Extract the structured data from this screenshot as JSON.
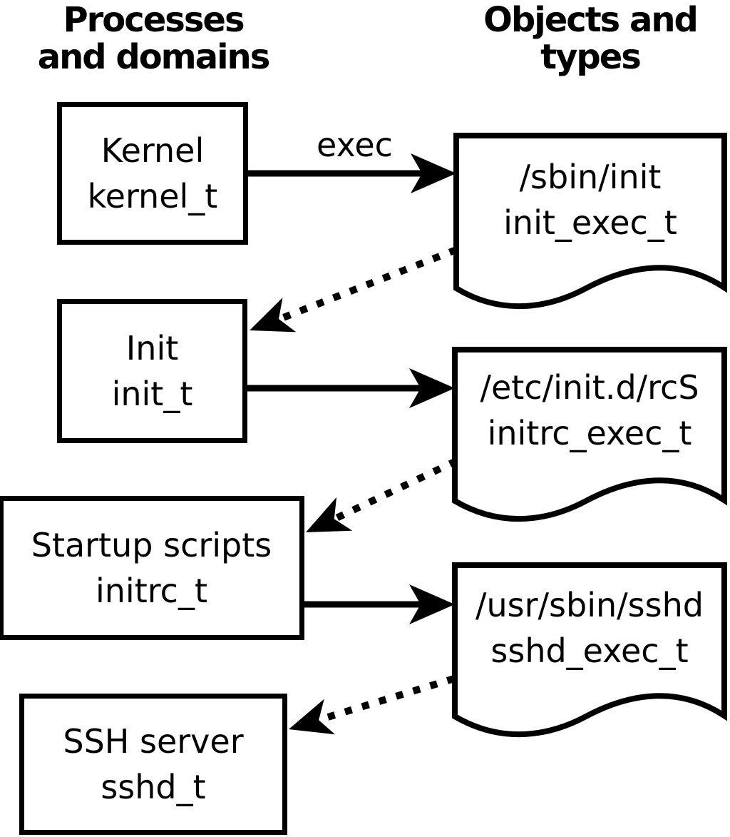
{
  "headings": {
    "left": "Processes\nand domains",
    "right": "Objects and\ntypes"
  },
  "process_boxes": [
    {
      "name": "Kernel",
      "type": "kernel_t"
    },
    {
      "name": "Init",
      "type": "init_t"
    },
    {
      "name": "Startup scripts",
      "type": "initrc_t"
    },
    {
      "name": "SSH server",
      "type": "sshd_t"
    }
  ],
  "object_docs": [
    {
      "path": "/sbin/init",
      "type": "init_exec_t"
    },
    {
      "path": "/etc/init.d/rcS",
      "type": "initrc_exec_t"
    },
    {
      "path": "/usr/sbin/sshd",
      "type": "sshd_exec_t"
    }
  ],
  "edge_labels": {
    "exec": "exec"
  },
  "arrows": [
    {
      "from": "kernel_t",
      "to": "init_exec_t",
      "style": "solid",
      "label": "exec"
    },
    {
      "from": "init_exec_t",
      "to": "init_t",
      "style": "dotted",
      "label": ""
    },
    {
      "from": "init_t",
      "to": "initrc_exec_t",
      "style": "solid",
      "label": ""
    },
    {
      "from": "initrc_exec_t",
      "to": "initrc_t",
      "style": "dotted",
      "label": ""
    },
    {
      "from": "initrc_t",
      "to": "sshd_exec_t",
      "style": "solid",
      "label": ""
    },
    {
      "from": "sshd_exec_t",
      "to": "sshd_t",
      "style": "dotted",
      "label": ""
    }
  ],
  "colors": {
    "foreground": "#000000",
    "background": "#ffffff"
  }
}
